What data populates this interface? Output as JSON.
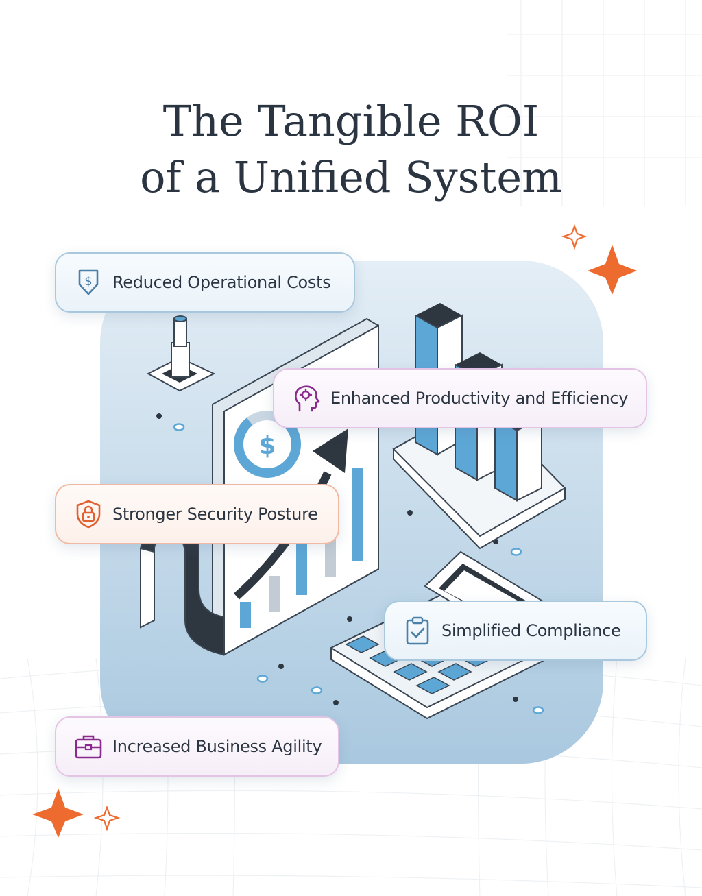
{
  "title": {
    "line1": "The Tangible ROI",
    "line2": "of a Unified System"
  },
  "benefits": [
    {
      "label": "Reduced Operational Costs",
      "icon": "dollar-shield-icon",
      "color": "#4a7fa8"
    },
    {
      "label": "Enhanced Productivity and Efficiency",
      "icon": "head-gear-icon",
      "color": "#8a2a8f"
    },
    {
      "label": "Stronger Security Posture",
      "icon": "lock-shield-icon",
      "color": "#e0602f"
    },
    {
      "label": "Simplified Compliance",
      "icon": "clipboard-check-icon",
      "color": "#4a7fa8"
    },
    {
      "label": "Increased Business Agility",
      "icon": "briefcase-icon",
      "color": "#8a2a8f"
    }
  ],
  "colors": {
    "title": "#2b3542",
    "accent_orange": "#ee6b2f",
    "panel_blue": "#c9dcec",
    "bar_blue": "#5da7d6",
    "dark": "#2e3640"
  }
}
